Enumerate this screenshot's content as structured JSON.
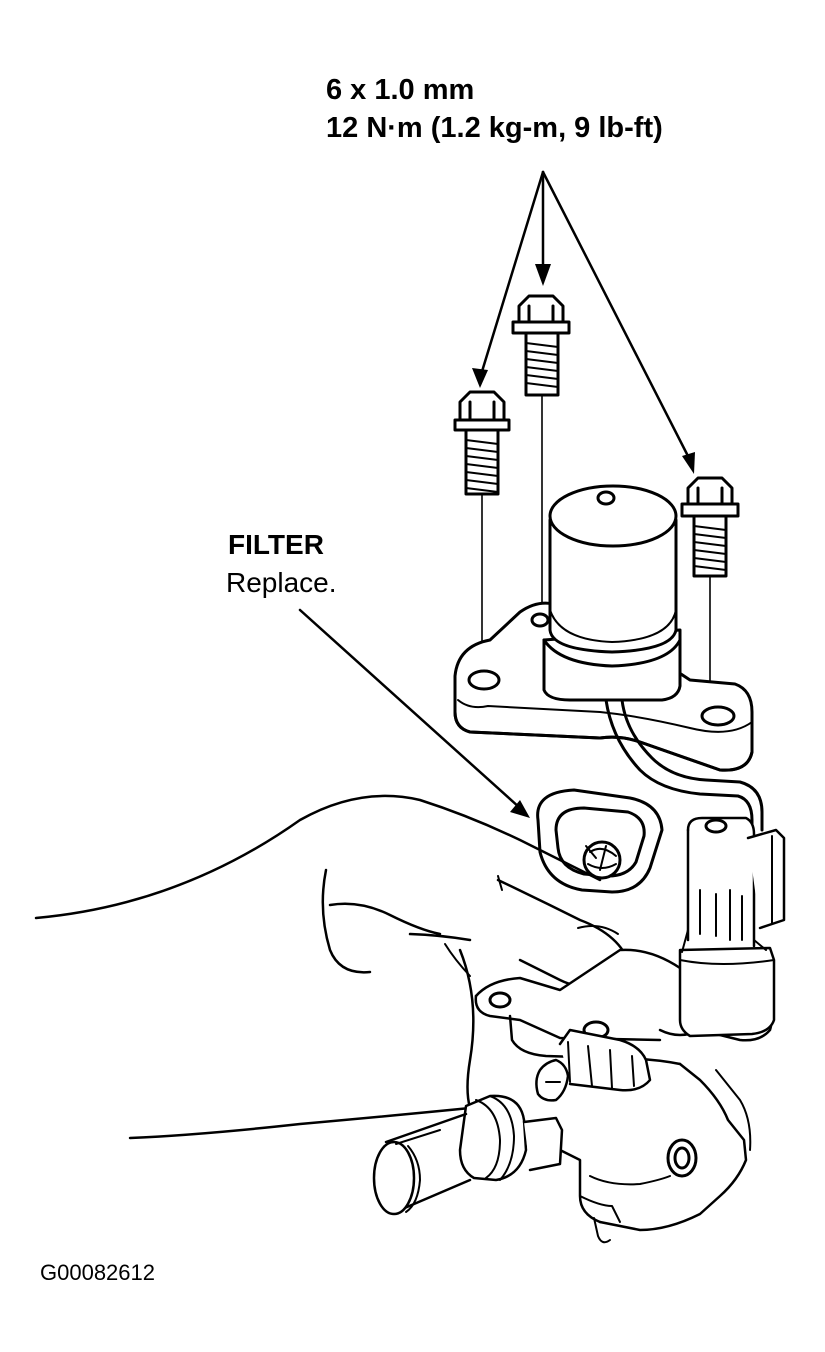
{
  "bolt_spec": {
    "size": "6 x 1.0 mm",
    "torque": "12 N·m (1.2 kg-m, 9 lb-ft)"
  },
  "filter": {
    "title": "FILTER",
    "note": "Replace."
  },
  "figure_code": "G00082612",
  "colors": {
    "ink": "#000000",
    "paper": "#ffffff"
  }
}
